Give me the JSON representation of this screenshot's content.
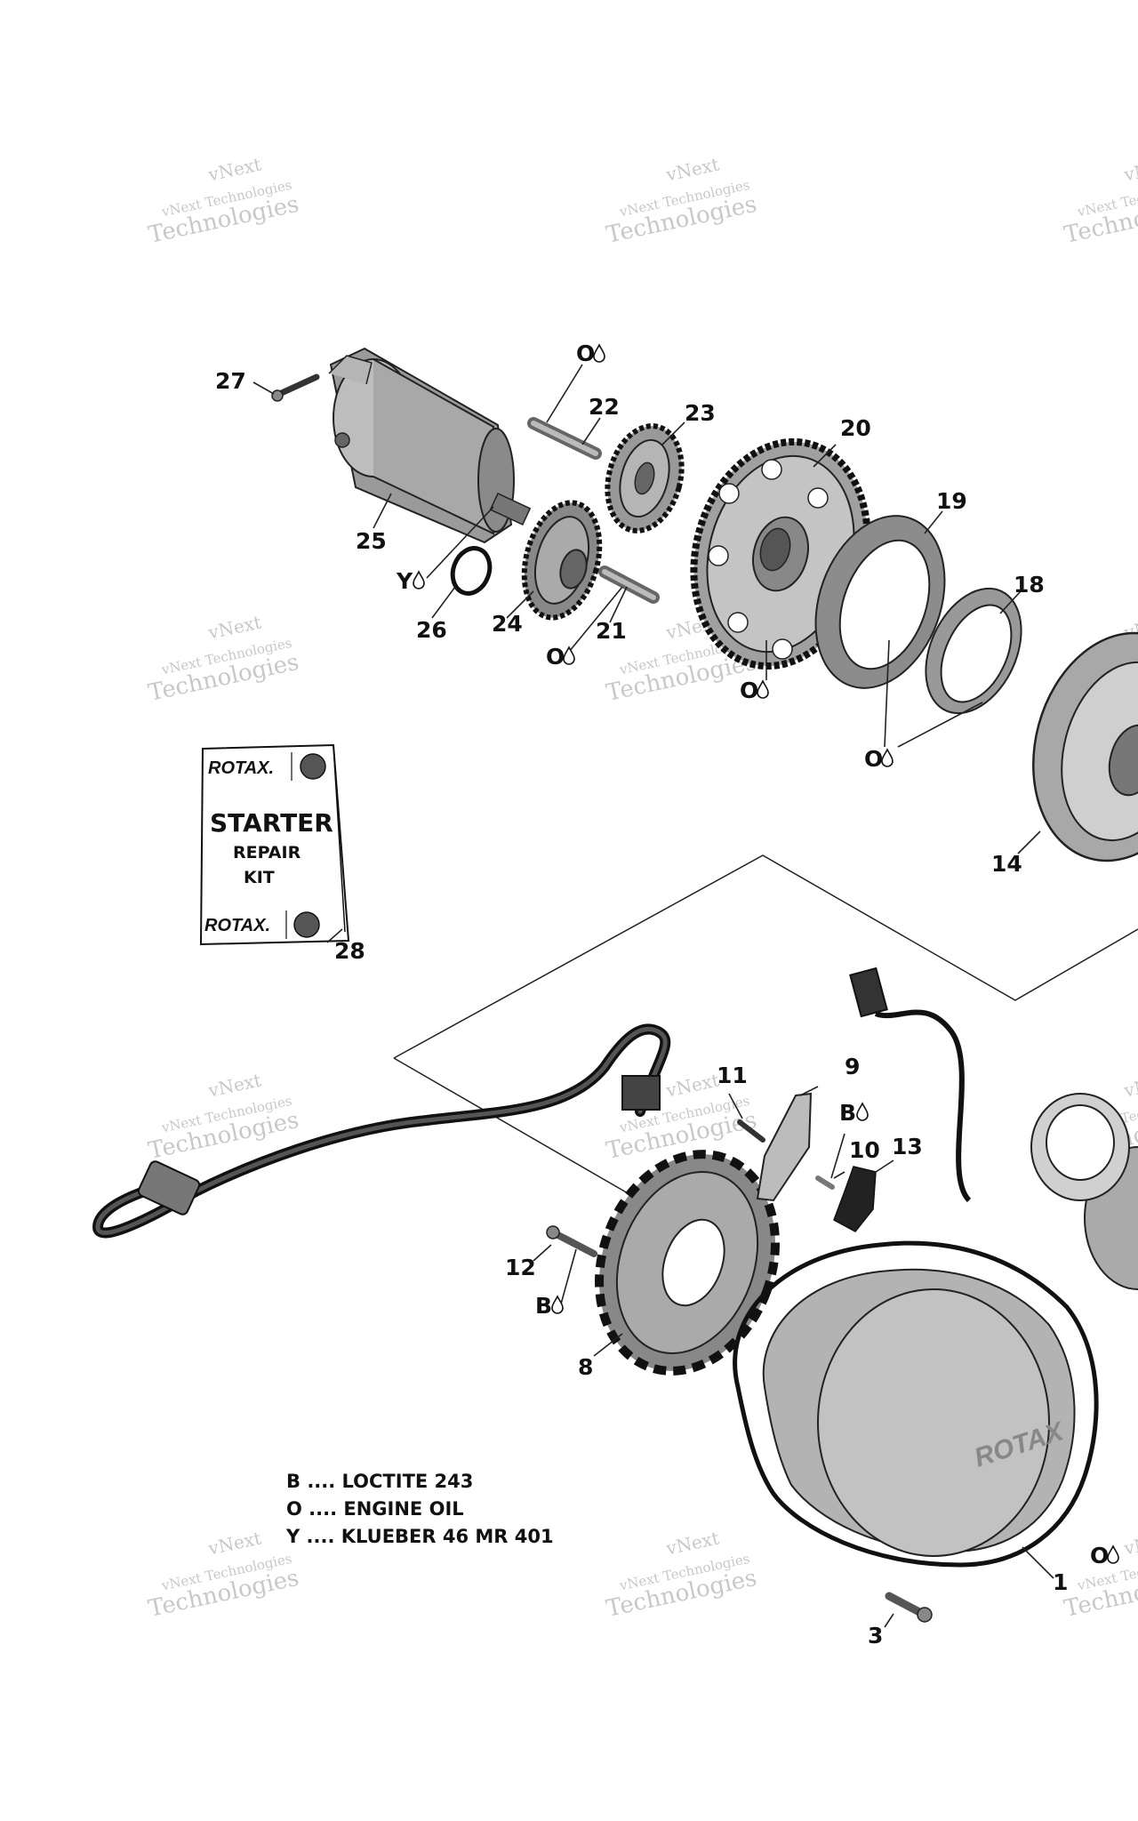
{
  "watermarks": [
    {
      "line1": "vNext",
      "line2": "vNext Technologies",
      "line3": "Technologies"
    }
  ],
  "callouts": {
    "p1": "1",
    "p3": "3",
    "p8": "8",
    "p9": "9",
    "p10": "10",
    "p11": "11",
    "p12": "12",
    "p13": "13",
    "p14": "14",
    "p18": "18",
    "p19": "19",
    "p20": "20",
    "p21": "21",
    "p22": "22",
    "p23": "23",
    "p24": "24",
    "p25": "25",
    "p26": "26",
    "p27": "27",
    "p28": "28"
  },
  "lube_marks": {
    "oil": "O",
    "loctite": "B",
    "klueber": "Y"
  },
  "kit": {
    "brand_top": "ROTAX.",
    "title": "STARTER",
    "line2": "REPAIR",
    "line3": "KIT",
    "brand_bottom": "ROTAX."
  },
  "cover_logo": "ROTAX",
  "legend": [
    "B .... LOCTITE 243",
    "O .... ENGINE OIL",
    "Y .... KLUEBER 46 MR 401"
  ]
}
